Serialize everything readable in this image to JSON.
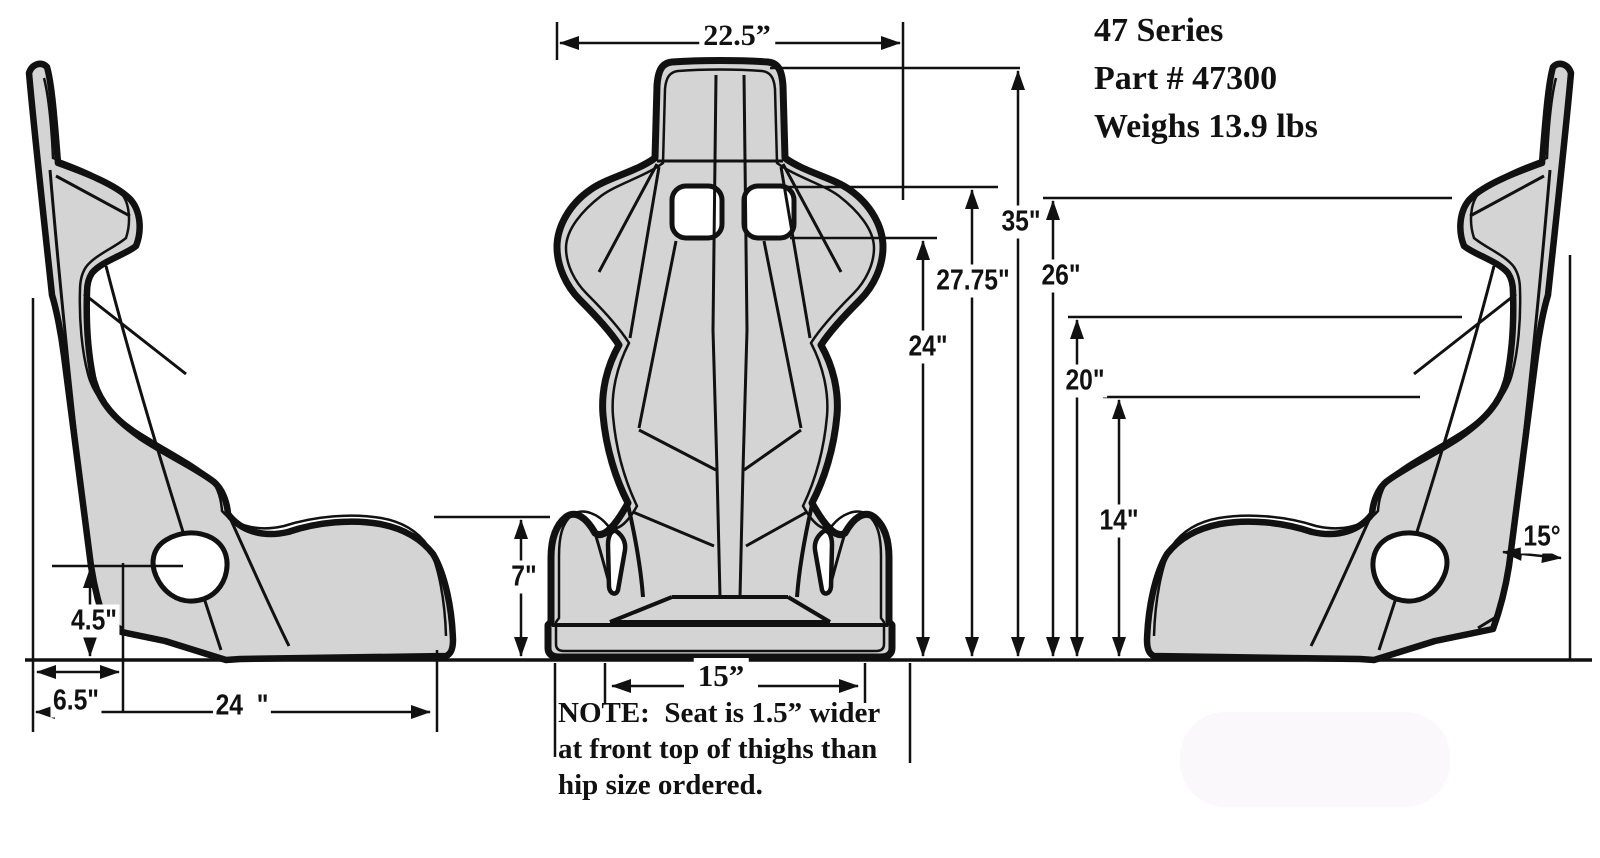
{
  "title": {
    "line1": "47 Series",
    "line2": "Part # 47300",
    "line3": "Weighs 13.9 lbs"
  },
  "note": {
    "line1": "NOTE:  Seat is 1.5” wider",
    "line2": "at front top of thighs than",
    "line3": "hip size ordered."
  },
  "dimensions": {
    "top_width": "22.5”",
    "overall_height": "35\"",
    "harness_hole_top_height": "27.75\"",
    "harness_hole_bottom_height": "24\"",
    "back_height": "26\"",
    "shoulder_height": "20\"",
    "cushion_side_height": "14\"",
    "front_lip_height": "7\"",
    "side_hole_height": "4.5\"",
    "rear_offset": "6.5\"",
    "overall_depth": "24  \"",
    "seat_pan_width": "15”",
    "recline_angle": "15°"
  },
  "colors": {
    "seat_fill": "#d4d4d4",
    "line": "#111111",
    "background": "#ffffff"
  }
}
